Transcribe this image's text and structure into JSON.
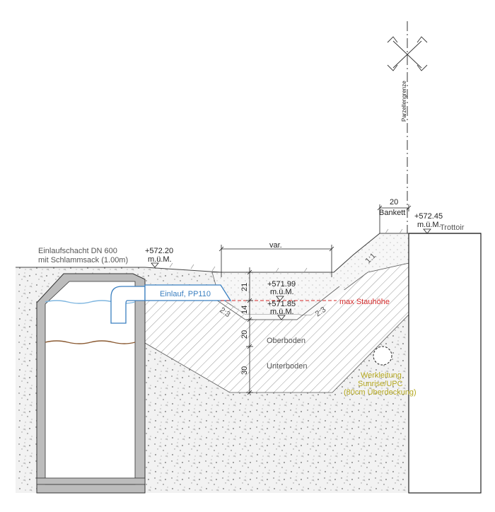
{
  "labels": {
    "parcel_boundary": "Parzellengrenze",
    "bankett": "Bankett",
    "trottoir": "Trottoir",
    "shaft_line1": "Einlaufschacht DN 600",
    "shaft_line2": "mit Schlammsack (1.00m)",
    "inlet": "Einlauf, PP110",
    "max_water": "max Stauhöhe",
    "topsoil": "Oberboden",
    "subsoil": "Unterboden",
    "utility_line1": "Werkleitung",
    "utility_line2": "Sunrise/UPC",
    "utility_line3": "(80cm Überdeckung)"
  },
  "elevations": {
    "left_top": "+572.20",
    "right_top": "+572.45",
    "overflow": "+571.99",
    "bottom": "+571.85",
    "unit": "m.ü.M."
  },
  "dimensions": {
    "bankett_width": "20",
    "var": "var.",
    "d21": "21",
    "d14": "14",
    "d20": "20",
    "d30": "30",
    "slope_left": "2:3",
    "slope_right": "2:3",
    "slope_top": "1:1"
  },
  "colors": {
    "inlet": "#3a7fc0",
    "max_water": "#d42a2a",
    "utility": "#b5a81f",
    "water": "#7fb6e0",
    "sludge": "#8a5a32"
  }
}
